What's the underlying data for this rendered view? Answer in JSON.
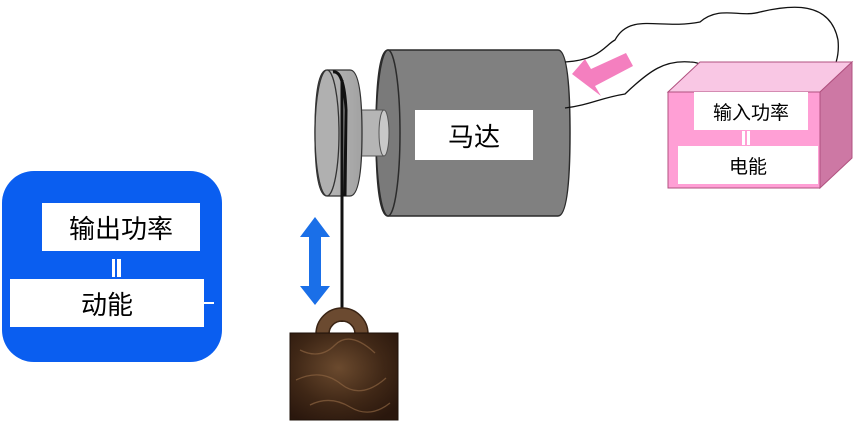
{
  "output_box": {
    "title": "输出功率",
    "energy": "动能",
    "color": "#0a5ef0"
  },
  "motor": {
    "label": "马达",
    "body_color": "#808080"
  },
  "input_box": {
    "title": "输入功率",
    "energy": "电能",
    "color": "#ff9fd5"
  },
  "arrows": {
    "input_arrow_color": "#f47fbf",
    "lift_arrow_color": "#1a6fe8"
  },
  "weight": {
    "color": "#4a2e1c"
  }
}
